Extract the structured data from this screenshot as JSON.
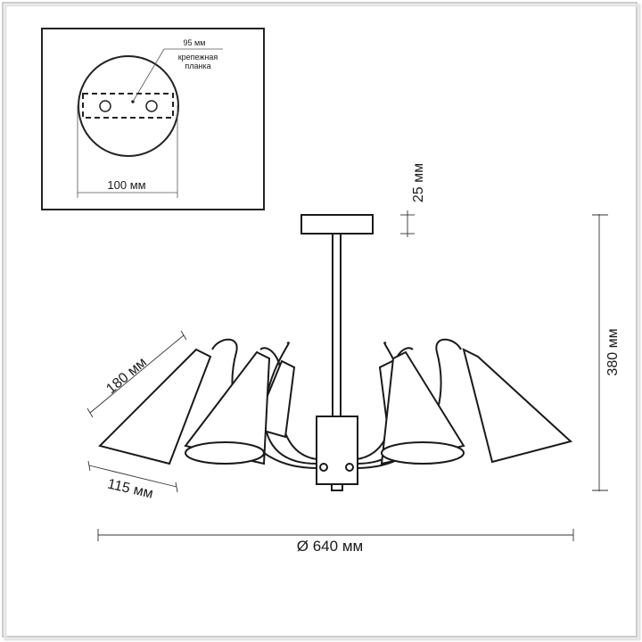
{
  "inset": {
    "plate_width_label": "95 мм",
    "plate_name_line1": "крепежная",
    "plate_name_line2": "планка",
    "canopy_diameter_label": "100 мм"
  },
  "dimensions": {
    "canopy_height": "25 мм",
    "total_height": "380 мм",
    "shade_length": "180 мм",
    "shade_diameter": "115 мм",
    "overall_diameter": "Ø 640 мм"
  }
}
